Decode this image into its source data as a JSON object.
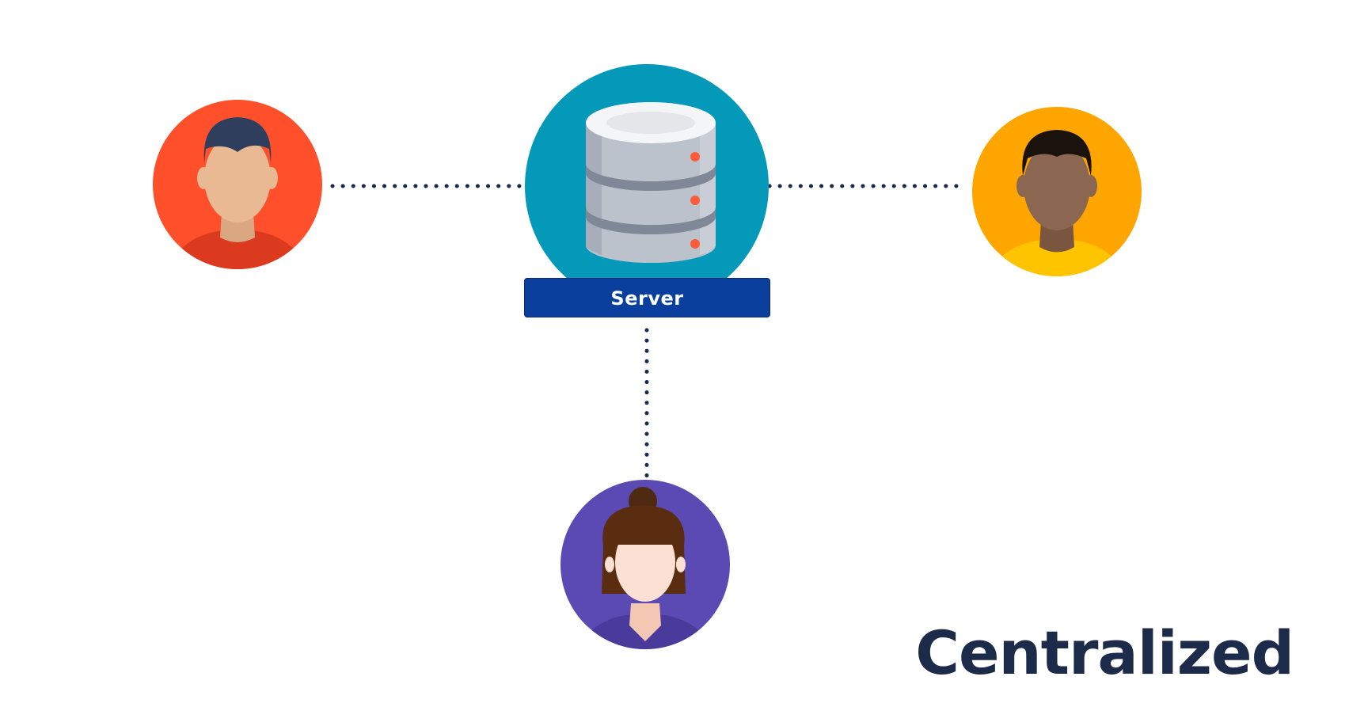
{
  "diagram": {
    "server": {
      "label": "Server",
      "icon": "database-server-icon"
    },
    "users": [
      {
        "name": "user-left",
        "icon": "man-avatar-icon",
        "color": "#ff4f2b"
      },
      {
        "name": "user-right",
        "icon": "man-avatar-icon",
        "color": "#ffa500"
      },
      {
        "name": "user-bottom",
        "icon": "woman-avatar-icon",
        "color": "#5b4ab4"
      }
    ],
    "title": "Centralized",
    "colors": {
      "server_circle": "#0599b9",
      "server_label_bg": "#0b3f9e",
      "title_text": "#1c2b4a",
      "connector_dots": "#172b4d"
    }
  }
}
